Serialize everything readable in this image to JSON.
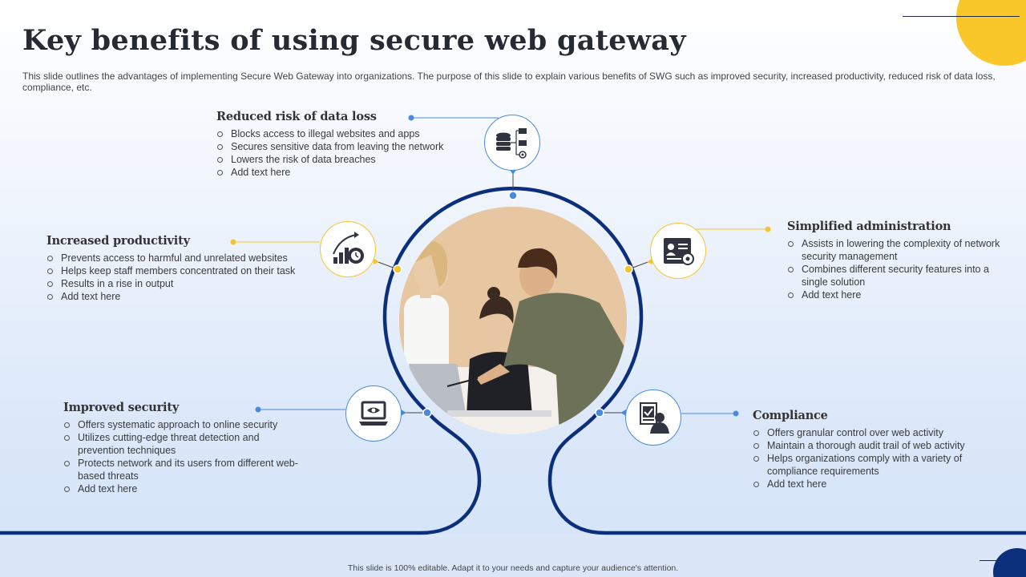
{
  "title": "Key benefits of using secure web gateway",
  "subtitle": "This slide outlines the advantages of implementing Secure Web Gateway into organizations. The purpose of this slide to explain various benefits of SWG such as improved security, increased productivity, reduced risk of data loss, compliance, etc.",
  "benefits": {
    "data_loss": {
      "title": "Reduced risk of data loss",
      "items": [
        "Blocks access to illegal websites and apps",
        "Secures sensitive data from leaving the network",
        "Lowers the risk of data breaches",
        "Add text here"
      ]
    },
    "productivity": {
      "title": "Increased productivity",
      "items": [
        "Prevents access to harmful and unrelated websites",
        "Helps keep staff members concentrated on their task",
        "Results in a rise in output",
        "Add text here"
      ]
    },
    "administration": {
      "title": "Simplified administration",
      "items": [
        "Assists in lowering the complexity of network security management",
        "Combines different security features into a single solution",
        "Add text here"
      ]
    },
    "security": {
      "title": "Improved security",
      "items": [
        "Offers systematic approach to online security",
        "Utilizes cutting-edge threat detection and prevention techniques",
        "Protects network and its users from different web-based threats",
        "Add text here"
      ]
    },
    "compliance": {
      "title": "Compliance",
      "items": [
        "Offers granular control over web activity",
        "Maintain a thorough audit trail of web activity",
        "Helps organizations comply with a variety of compliance requirements",
        "Add text here"
      ]
    }
  },
  "icons": {
    "data_loss": "database-network-icon",
    "productivity": "growth-chart-gear-icon",
    "administration": "profile-settings-icon",
    "security": "laptop-eye-icon",
    "compliance": "compliance-person-icon"
  },
  "colors": {
    "accent_blue": "#4a8adb",
    "navy": "#0b2f7a",
    "yellow": "#f4c430"
  },
  "footer": "This slide is 100% editable. Adapt it to your needs and capture your audience's attention."
}
